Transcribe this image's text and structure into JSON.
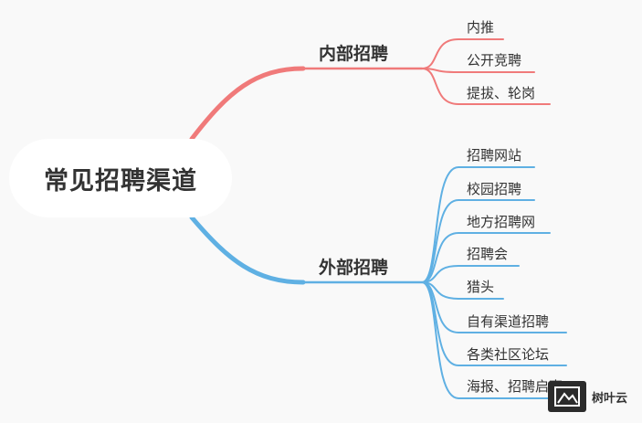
{
  "root": {
    "label": "常见招聘渠道"
  },
  "branches": [
    {
      "id": "internal",
      "label": "内部招聘",
      "color": "#f07a7a",
      "leaves": [
        "内推",
        "公开竞聘",
        "提拔、轮岗"
      ]
    },
    {
      "id": "external",
      "label": "外部招聘",
      "color": "#5fb0e3",
      "leaves": [
        "招聘网站",
        "校园招聘",
        "地方招聘网",
        "招聘会",
        "猎头",
        "自有渠道招聘",
        "各类社区论坛",
        "海报、招聘启事"
      ]
    }
  ],
  "watermark": {
    "text": "树叶云"
  }
}
